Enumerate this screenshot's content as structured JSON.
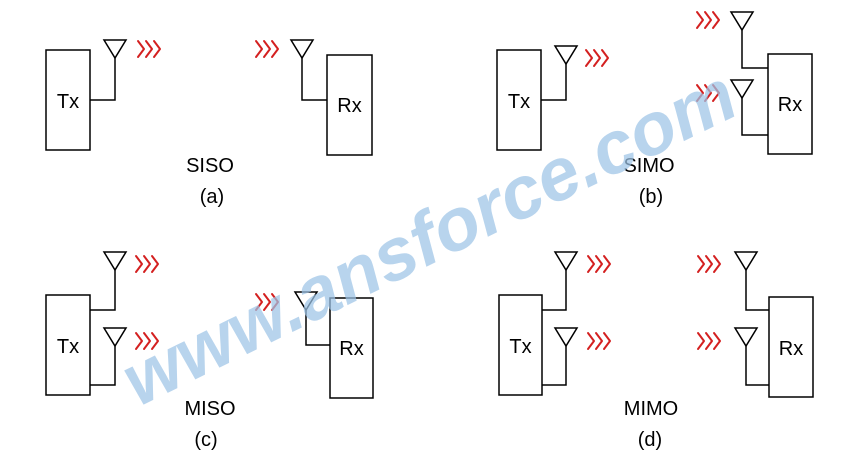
{
  "colors": {
    "wave": "#d42020",
    "watermark": "#9cc3e6"
  },
  "watermark": "www.ansforce.com",
  "panels": [
    {
      "name": "SISO",
      "label": "(a)"
    },
    {
      "name": "SIMO",
      "label": "(b)"
    },
    {
      "name": "MISO",
      "label": "(c)"
    },
    {
      "name": "MIMO",
      "label": "(d)"
    }
  ],
  "blocks": {
    "tx": "Tx",
    "rx": "Rx"
  }
}
